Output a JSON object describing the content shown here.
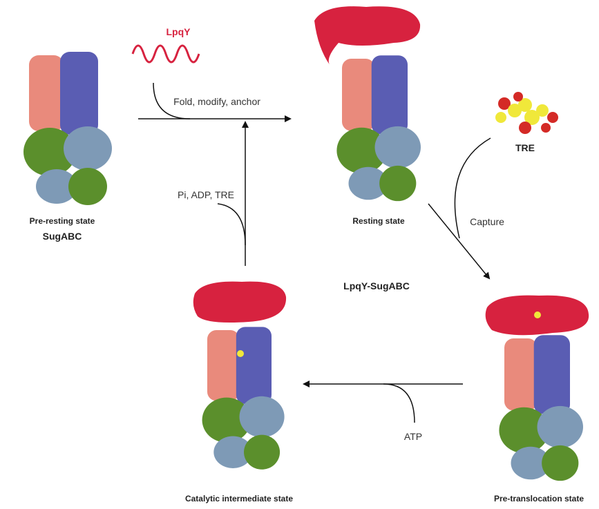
{
  "labels": {
    "lpqy": "LpqY",
    "fold": "Fold, modify, anchor",
    "tre": "TRE",
    "capture": "Capture",
    "complex": "LpqY-SugABC",
    "atp": "ATP",
    "release": "Pi, ADP, TRE"
  },
  "states": {
    "pre_resting": "Pre-resting state",
    "sugabc": "SugABC",
    "resting": "Resting state",
    "pre_translocation": "Pre-translocation state",
    "catalytic": "Catalytic intermediate state"
  },
  "colors": {
    "lpqy": "#d7223f",
    "salmon": "#e98a7c",
    "blue": "#5a5db3",
    "grey": "#7e9ab6",
    "green": "#5b8f2c",
    "tre_yellow": "#f0e83a",
    "tre_red": "#d42a26"
  }
}
